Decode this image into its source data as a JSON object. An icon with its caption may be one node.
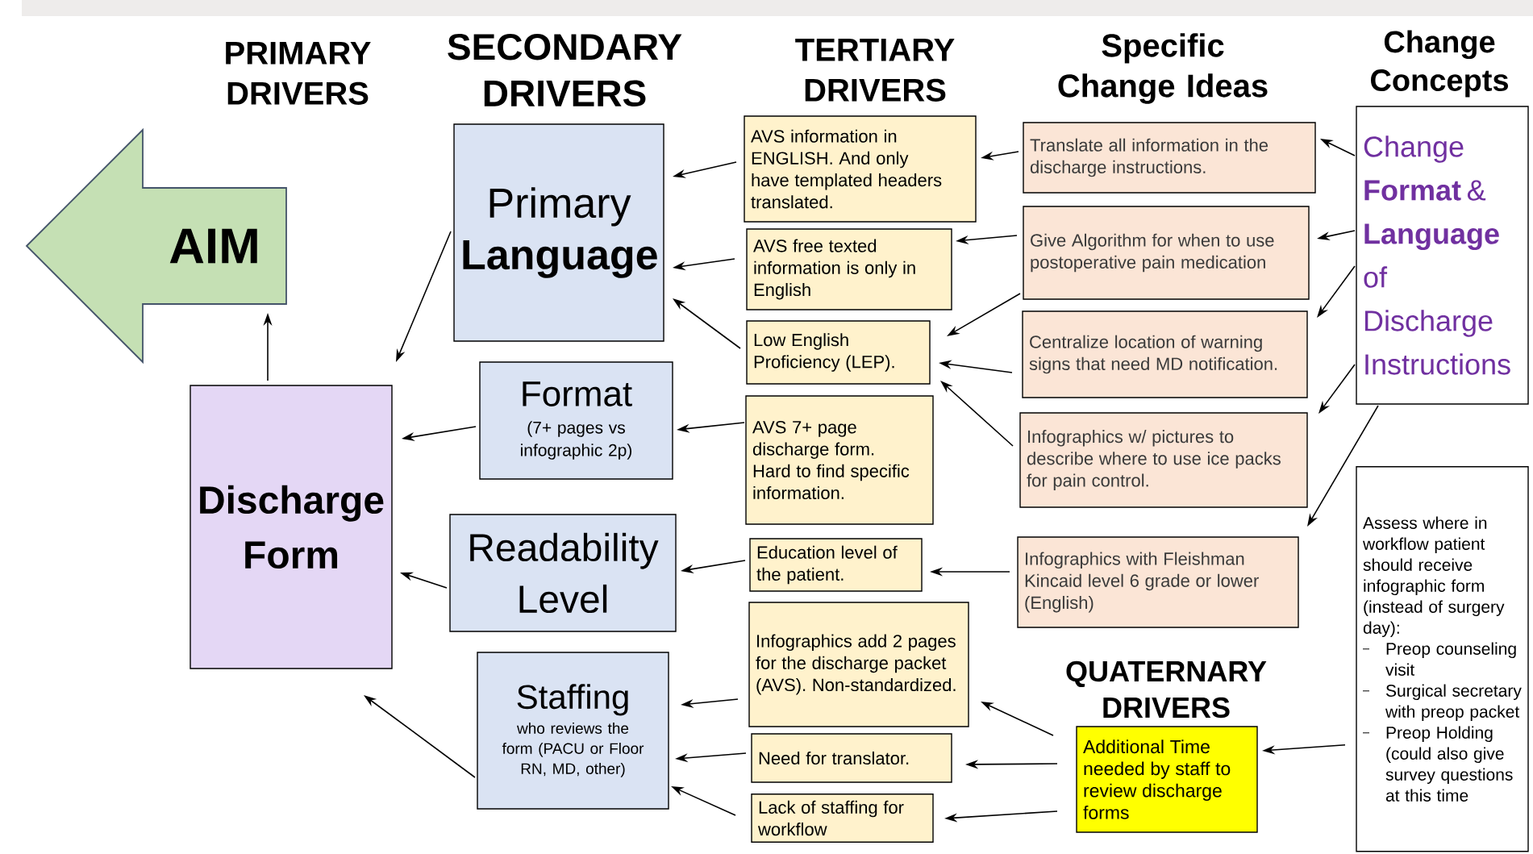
{
  "diagram": {
    "nodes": [
      {
        "text": [
          "AIM"
        ]
      },
      {
        "text": [
          "Discharge Form"
        ]
      },
      {
        "text": [
          "Primary **Language**"
        ]
      },
      {
        "text": [
          "Format",
          "(7+ pages vs infographic 2p)"
        ]
      },
      {
        "text": [
          "Readability Level"
        ]
      },
      {
        "text": [
          "Staffing",
          "who reviews the form (PACU or Floor RN, MD, other)"
        ]
      },
      {
        "text": [
          "AVS information in ENGLISH. And only have templated headers translated."
        ]
      },
      {
        "text": [
          "AVS free texted information is only in English"
        ]
      },
      {
        "text": [
          "Low English Proficiency (LEP)."
        ]
      },
      {
        "text": [
          "AVS 7+ page discharge form. Hard to find specific information."
        ]
      },
      {
        "text": [
          "Education level of the patient."
        ]
      },
      {
        "text": [
          "Infographics add 2 pages for the discharge packet (AVS). Non-standardized."
        ]
      },
      {
        "text": [
          "Need for translator."
        ]
      },
      {
        "text": [
          "Lack of staffing for workflow"
        ]
      },
      {
        "text": [
          "Translate all information in the discharge instructions."
        ]
      },
      {
        "text": [
          "Give Algorithm for when to use postoperative pain medication"
        ]
      },
      {
        "text": [
          "Centralize location of warning signs that need MD notification."
        ]
      },
      {
        "text": [
          "Infographics w/ pictures to describe where to use ice packs for pain control."
        ]
      },
      {
        "text": [
          "Infographics with Fleishman Kincaid level 6 grade or lower (English)"
        ]
      },
      {
        "text": [
          "Additional Time needed by staff to review discharge forms"
        ]
      },
      {
        "text": [
          "Change **Format** & **Language** of Discharge Instructions"
        ]
      },
      {
        "text": [
          "Assess where in workflow patient should receive infographic form (instead of surgery day):",
          "Preop counseling visit",
          "Surgical secretary with preop packet",
          "Preop Holding (could also give survey questions at this time"
        ]
      }
    ],
    "edges": [
      {
        "from": 1,
        "to": 0,
        "arrow": "to"
      },
      {
        "from": 2,
        "to": 1,
        "arrow": "to"
      },
      {
        "from": 3,
        "to": 1,
        "arrow": "to"
      },
      {
        "from": 4,
        "to": 1,
        "arrow": "to"
      },
      {
        "from": 5,
        "to": 1,
        "arrow": "to"
      },
      {
        "from": 6,
        "to": 2,
        "arrow": "to"
      },
      {
        "from": 7,
        "to": 2,
        "arrow": "to"
      },
      {
        "from": 8,
        "to": 2,
        "arrow": "to"
      },
      {
        "from": 9,
        "to": 3,
        "arrow": "to"
      },
      {
        "from": 10,
        "to": 4,
        "arrow": "to"
      },
      {
        "from": 11,
        "to": 5,
        "arrow": "to"
      },
      {
        "from": 12,
        "to": 5,
        "arrow": "to"
      },
      {
        "from": 13,
        "to": 5,
        "arrow": "to"
      },
      {
        "from": 14,
        "to": 6,
        "arrow": "to"
      },
      {
        "from": 15,
        "to": 7,
        "arrow": "to"
      },
      {
        "from": 15,
        "to": 8,
        "arrow": "to"
      },
      {
        "from": 16,
        "to": 8,
        "arrow": "to"
      },
      {
        "from": 17,
        "to": 8,
        "arrow": "to"
      },
      {
        "from": 18,
        "to": 10,
        "arrow": "to"
      },
      {
        "from": 19,
        "to": 11,
        "arrow": "to"
      },
      {
        "from": 19,
        "to": 12,
        "arrow": "to"
      },
      {
        "from": 19,
        "to": 13,
        "arrow": "to"
      },
      {
        "from": 20,
        "to": 14,
        "arrow": "to"
      },
      {
        "from": 20,
        "to": 15,
        "arrow": "to"
      },
      {
        "from": 20,
        "to": 16,
        "arrow": "to"
      },
      {
        "from": 20,
        "to": 17,
        "arrow": "to"
      },
      {
        "from": 20,
        "to": 18,
        "arrow": "to"
      },
      {
        "from": 21,
        "to": 19,
        "arrow": "to"
      }
    ],
    "labels": [
      "PRIMARY DRIVERS",
      "SECONDARY DRIVERS",
      "TERTIARY DRIVERS",
      "Specific Change Ideas",
      "Change Concepts",
      "QUATERNARY DRIVERS"
    ]
  }
}
